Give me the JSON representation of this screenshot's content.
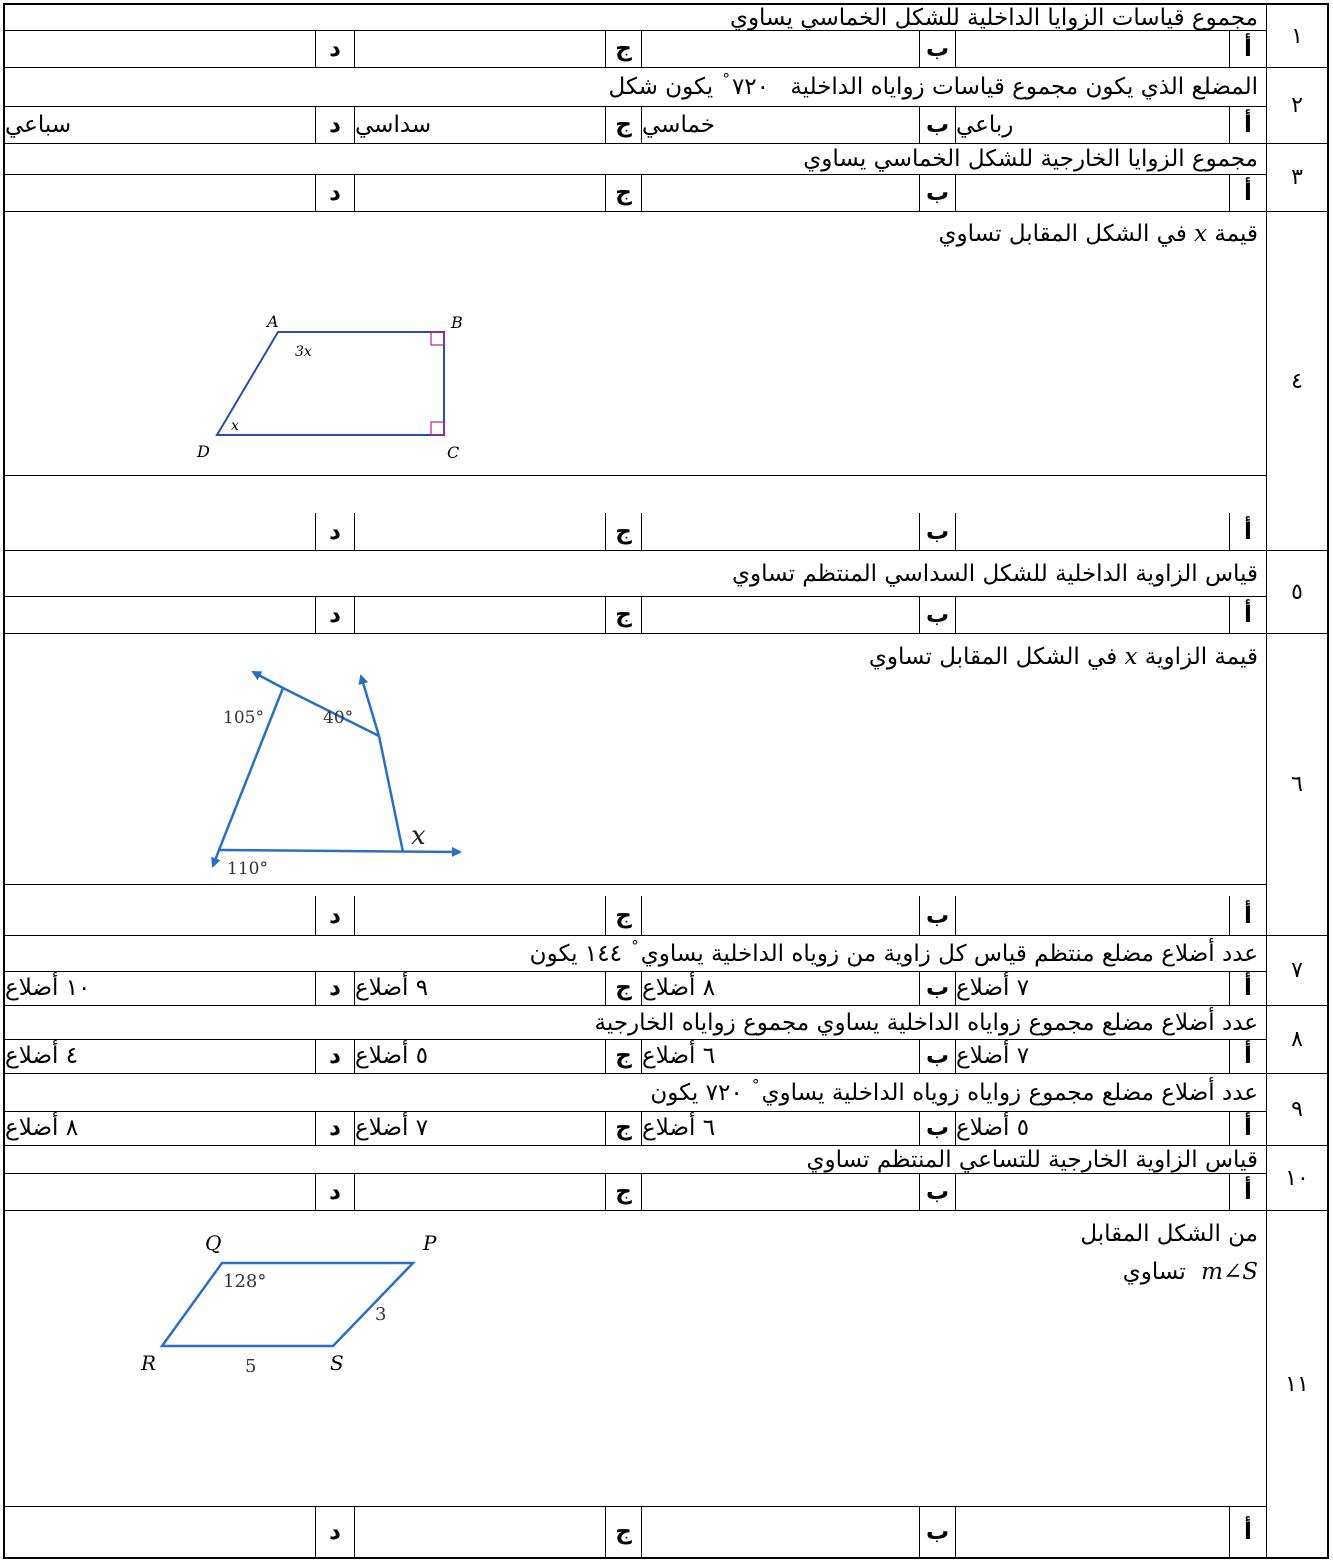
{
  "option_letters": [
    "أ",
    "ب",
    "ج",
    "د"
  ],
  "questions": [
    {
      "num": "١",
      "lines": [
        "مجموع قياسات الزوايا الداخلية للشكل الخماسي يساوي"
      ],
      "options": [
        "",
        "",
        "",
        ""
      ]
    },
    {
      "num": "٢",
      "lines": [
        {
          "pre": "المضلع الذي يكون مجموع قياسات زواياه الداخلية",
          "value": "٧٢٠",
          "deg": "°",
          "post": "يكون شكل"
        }
      ],
      "options": [
        "رباعي",
        "خماسي",
        "سداسي",
        "سباعي"
      ]
    },
    {
      "num": "٣",
      "lines": [
        "مجموع الزوايا الخارجية للشكل الخماسي يساوي"
      ],
      "options": [
        "",
        "",
        "",
        ""
      ]
    },
    {
      "num": "٤",
      "lines": [
        {
          "pre": "قيمة",
          "var": "x",
          "post": "في الشكل المقابل تساوي"
        }
      ],
      "options": [
        "",
        "",
        "",
        ""
      ],
      "figure": {
        "vertices": [
          "A",
          "B",
          "C",
          "D"
        ],
        "angle_labels": [
          "3x",
          "x"
        ]
      }
    },
    {
      "num": "٥",
      "lines": [
        "قياس الزاوية الداخلية للشكل السداسي المنتظم تساوي"
      ],
      "options": [
        "",
        "",
        "",
        ""
      ]
    },
    {
      "num": "٦",
      "lines": [
        {
          "pre": "قيمة الزاوية",
          "var": "x",
          "post": "في الشكل المقابل تساوي"
        }
      ],
      "options": [
        "",
        "",
        "",
        ""
      ],
      "figure": {
        "angle_labels": [
          "105°",
          "40°",
          "110°",
          "x"
        ]
      }
    },
    {
      "num": "٧",
      "lines": [
        {
          "pre": "عدد أضلاع مضلع منتظم قياس كل زاوية من زوياه الداخلية يساوي",
          "value": "١٤٤",
          "deg": "°",
          "post": "يكون"
        }
      ],
      "options": [
        "٧ أضلاع",
        "٨ أضلاع",
        "٩ أضلاع",
        "١٠ أضلاع"
      ]
    },
    {
      "num": "٨",
      "lines": [
        "عدد أضلاع مضلع مجموع زواياه الداخلية يساوي مجموع زواياه الخارجية"
      ],
      "options": [
        "٧ أضلاع",
        "٦ أضلاع",
        "٥ أضلاع",
        "٤ أضلاع"
      ]
    },
    {
      "num": "٩",
      "lines": [
        {
          "pre": "عدد أضلاع مضلع مجموع زواياه زوياه الداخلية يساوي",
          "value": "٧٢٠",
          "deg": "°",
          "post": "يكون"
        }
      ],
      "options": [
        "٥ أضلاع",
        "٦ أضلاع",
        "٧ أضلاع",
        "٨ أضلاع"
      ]
    },
    {
      "num": "١٠",
      "lines": [
        "قياس الزاوية الخارجية للتساعي المنتظم تساوي"
      ],
      "options": [
        "",
        "",
        "",
        ""
      ]
    },
    {
      "num": "١١",
      "lines": [
        "من الشكل المقابل",
        {
          "var": "m∠S",
          "post": "تساوي"
        }
      ],
      "options": [
        "",
        "",
        "",
        ""
      ],
      "figure": {
        "vertices": [
          "Q",
          "P",
          "R",
          "S"
        ],
        "angle_labels": [
          "128°"
        ],
        "side_labels": [
          "3",
          "5"
        ]
      }
    }
  ]
}
